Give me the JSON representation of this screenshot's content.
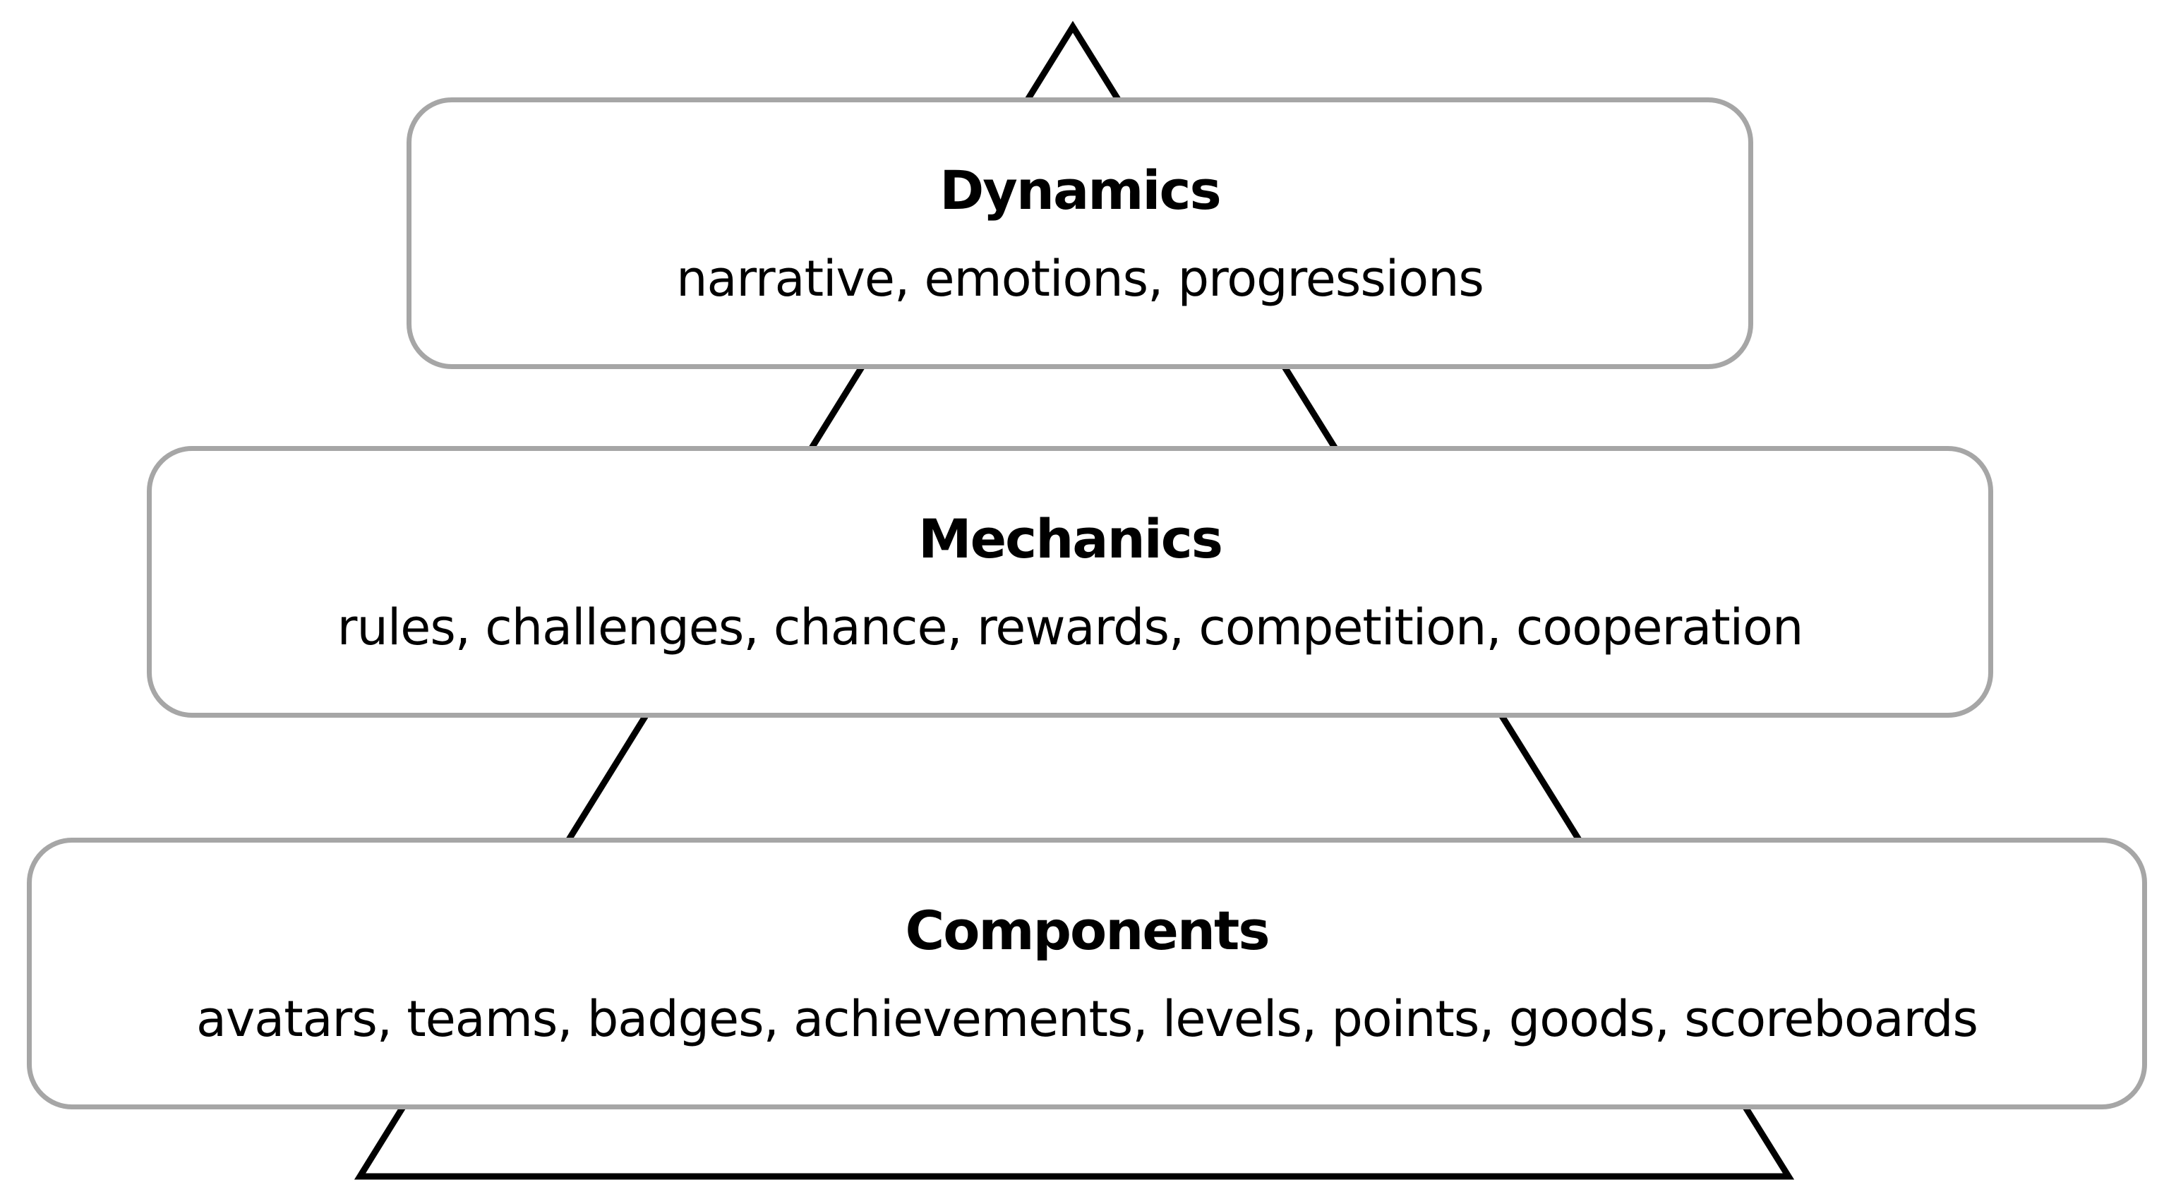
{
  "diagram": {
    "type": "pyramid",
    "layers": [
      {
        "title": "Dynamics",
        "items": "narrative, emotions, progressions"
      },
      {
        "title": "Mechanics",
        "items": "rules, challenges, chance, rewards, competition, cooperation"
      },
      {
        "title": "Components",
        "items": "avatars, teams, badges, achievements, levels, points, goods, scoreboards"
      }
    ],
    "colors": {
      "outline": "#000000",
      "box_border": "#a6a6a6",
      "box_fill": "#ffffff",
      "text": "#000000"
    }
  }
}
